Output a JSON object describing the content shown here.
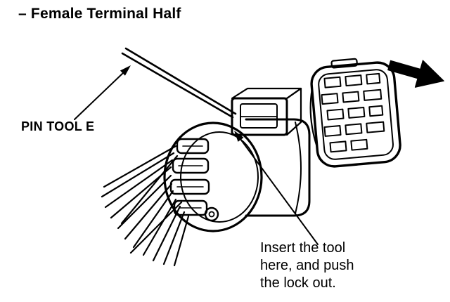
{
  "title": "– Female Terminal Half",
  "labels": {
    "tool": "PIN TOOL E"
  },
  "callout": {
    "lines": [
      "Insert the tool",
      "here, and push",
      "the lock out."
    ]
  },
  "icons": {
    "removal_arrow": "right-arrow",
    "pointer_arrows": "leader-arrow"
  },
  "colors": {
    "ink": "#000000",
    "background": "#ffffff"
  }
}
